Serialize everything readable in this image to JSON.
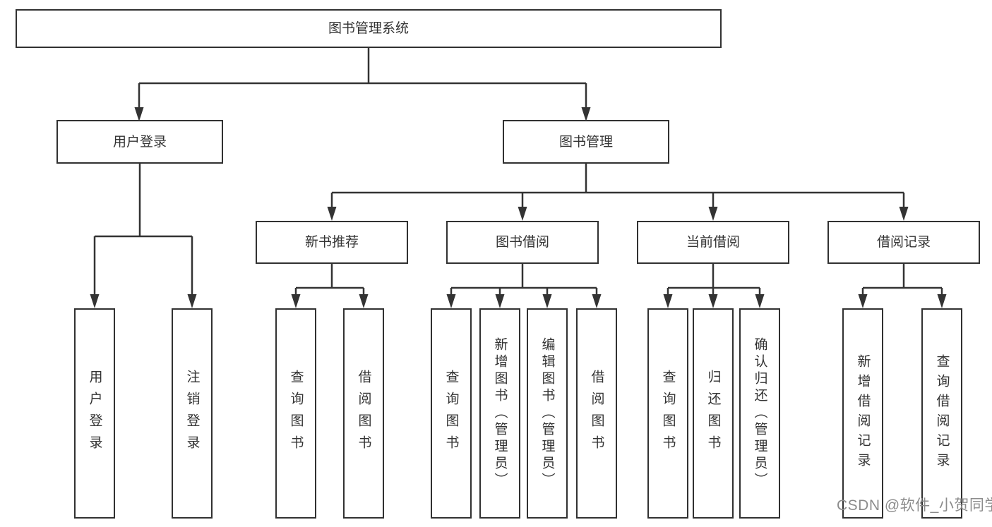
{
  "diagram": {
    "root": {
      "label": "图书管理系统"
    },
    "level1": [
      {
        "label": "用户登录"
      },
      {
        "label": "图书管理"
      }
    ],
    "level2": [
      {
        "label": "新书推荐"
      },
      {
        "label": "图书借阅"
      },
      {
        "label": "当前借阅"
      },
      {
        "label": "借阅记录"
      }
    ],
    "leaves": [
      {
        "label": "用户登录"
      },
      {
        "label": "注销登录"
      },
      {
        "label": "查询图书"
      },
      {
        "label": "借阅图书"
      },
      {
        "label": "查询图书"
      },
      {
        "label": "新增图书（管理员）"
      },
      {
        "label": "编辑图书（管理员）"
      },
      {
        "label": "借阅图书"
      },
      {
        "label": "查询图书"
      },
      {
        "label": "归还图书"
      },
      {
        "label": "确认归还（管理员）"
      },
      {
        "label": "新增借阅记录"
      },
      {
        "label": "查询借阅记录"
      }
    ]
  },
  "watermark": "CSDN @软件_小贺同学",
  "colors": {
    "line": "#333333",
    "text": "#333333",
    "box_border": "#313131",
    "background": "#ffffff",
    "watermark": "#8c8c8c"
  }
}
